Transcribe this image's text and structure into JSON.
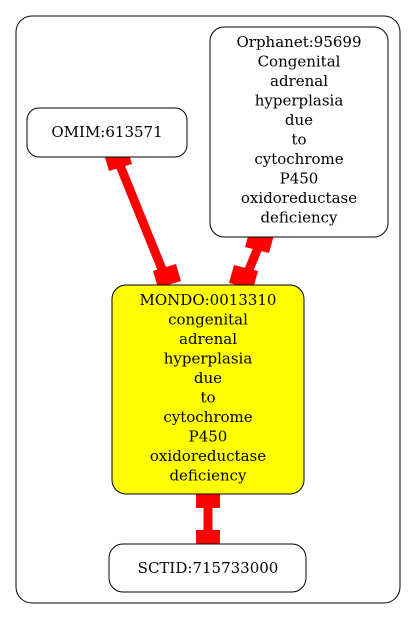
{
  "nodes": {
    "omim": {
      "lines": [
        "OMIM:613571"
      ]
    },
    "orphanet": {
      "lines": [
        "Orphanet:95699",
        "Congenital",
        "adrenal",
        "hyperplasia",
        "due",
        "to",
        "cytochrome",
        "P450",
        "oxidoreductase",
        "deficiency"
      ]
    },
    "mondo": {
      "lines": [
        "MONDO:0013310",
        "congenital",
        "adrenal",
        "hyperplasia",
        "due",
        "to",
        "cytochrome",
        "P450",
        "oxidoreductase",
        "deficiency"
      ]
    },
    "sctid": {
      "lines": [
        "SCTID:715733000"
      ]
    }
  },
  "colors": {
    "edge": "#ff0000",
    "highlight_fill": "#ffff00",
    "node_fill": "#ffffff",
    "stroke": "#000000"
  }
}
